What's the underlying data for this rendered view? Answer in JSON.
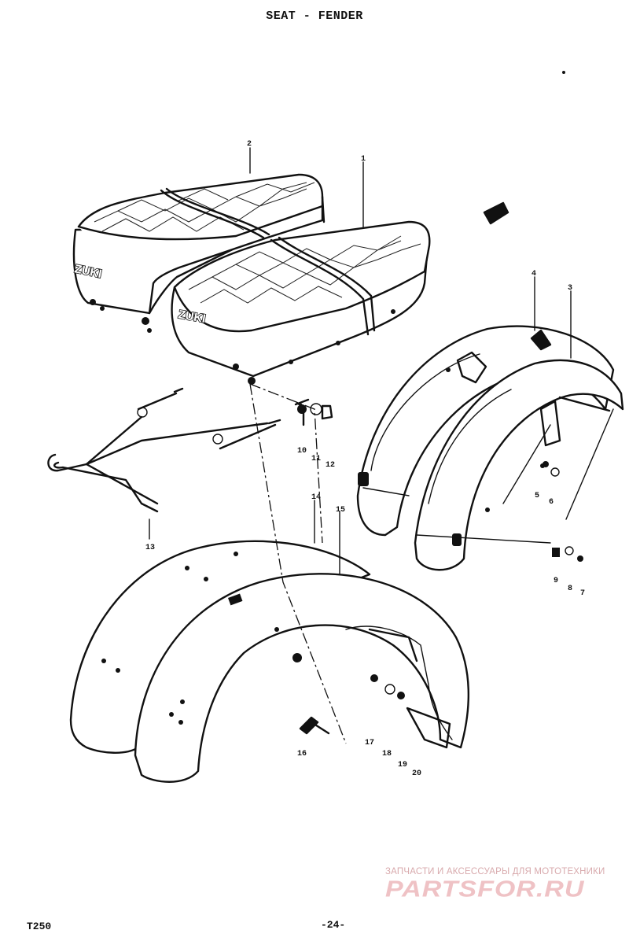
{
  "header": {
    "title": "SEAT - FENDER"
  },
  "footer": {
    "model": "T250",
    "page_number": "-24-"
  },
  "seat_logo_text": "ZUKI",
  "part_numbers": [
    "2",
    "1",
    "4",
    "3",
    "10",
    "11",
    "12",
    "5",
    "6",
    "13",
    "9",
    "8",
    "7",
    "14",
    "15",
    "16",
    "17",
    "18",
    "19",
    "20"
  ],
  "watermark": {
    "line1": "ЗАПЧАСТИ И АКСЕССУАРЫ ДЛЯ МОТОТЕХНИКИ",
    "line2": "PARTSFOR.RU"
  },
  "colors": {
    "ink": "#111111",
    "watermark": "#efc2c5",
    "paper": "#ffffff"
  }
}
